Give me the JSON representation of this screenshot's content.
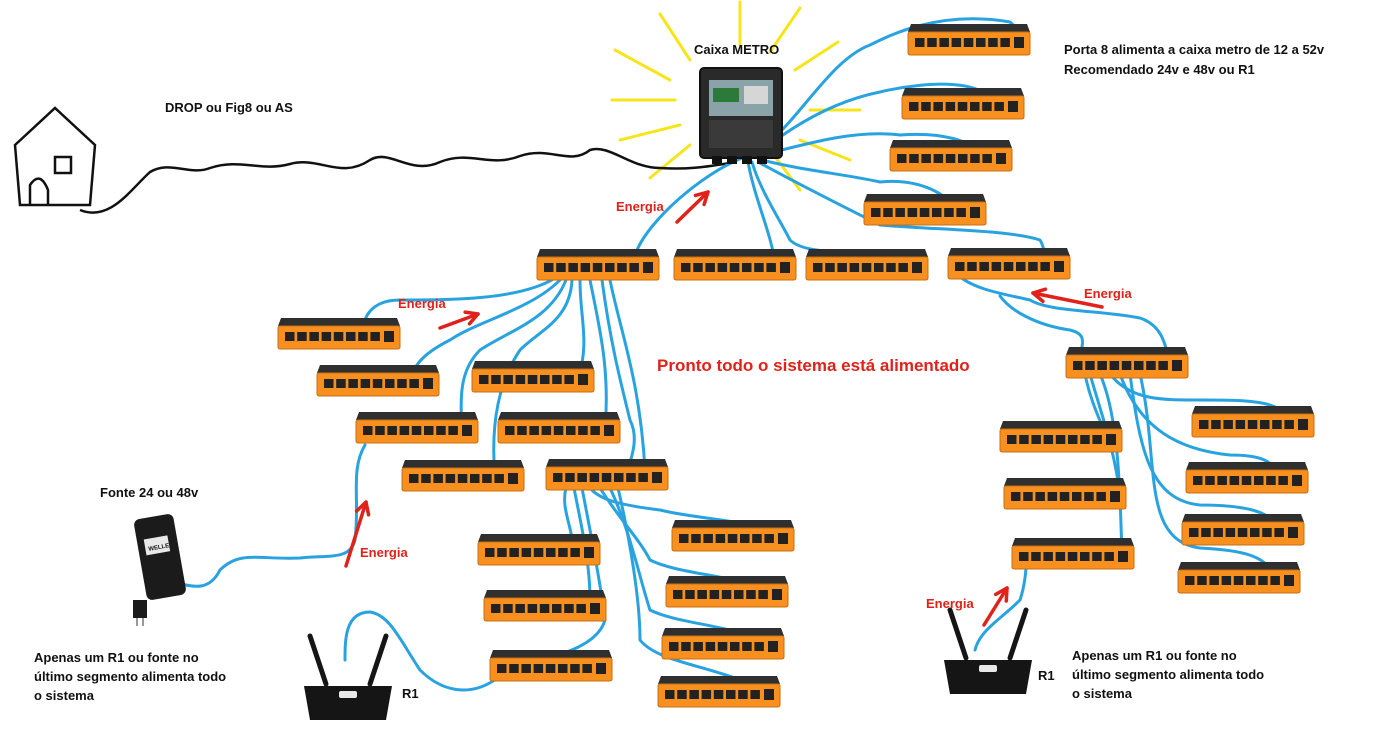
{
  "labels": {
    "caixa": "Caixa METRO",
    "porta_line1": "Porta 8 alimenta a caixa metro de 12 a 52v",
    "porta_line2": "Recomendado 24v e 48v ou R1",
    "drop": "DROP ou Fig8 ou AS",
    "pronto": "Pronto todo o sistema está alimentado",
    "fonte": "Fonte 24 ou 48v",
    "energia": "Energia",
    "r1": "R1",
    "note_left": [
      "Apenas um R1 ou fonte no",
      "último segmento alimenta todo",
      "o sistema"
    ],
    "note_right": [
      "Apenas um R1 ou fonte no",
      "último segmento alimenta todo",
      "o sistema"
    ],
    "adapter_brand": "WELLE"
  },
  "colors": {
    "cable": "#29a3e0",
    "switch_body": "#f7901e",
    "switch_top": "#2f2f2f",
    "arrow": "#e0221b",
    "sun_ray": "#f7e51b",
    "drop_cable": "#111111"
  }
}
